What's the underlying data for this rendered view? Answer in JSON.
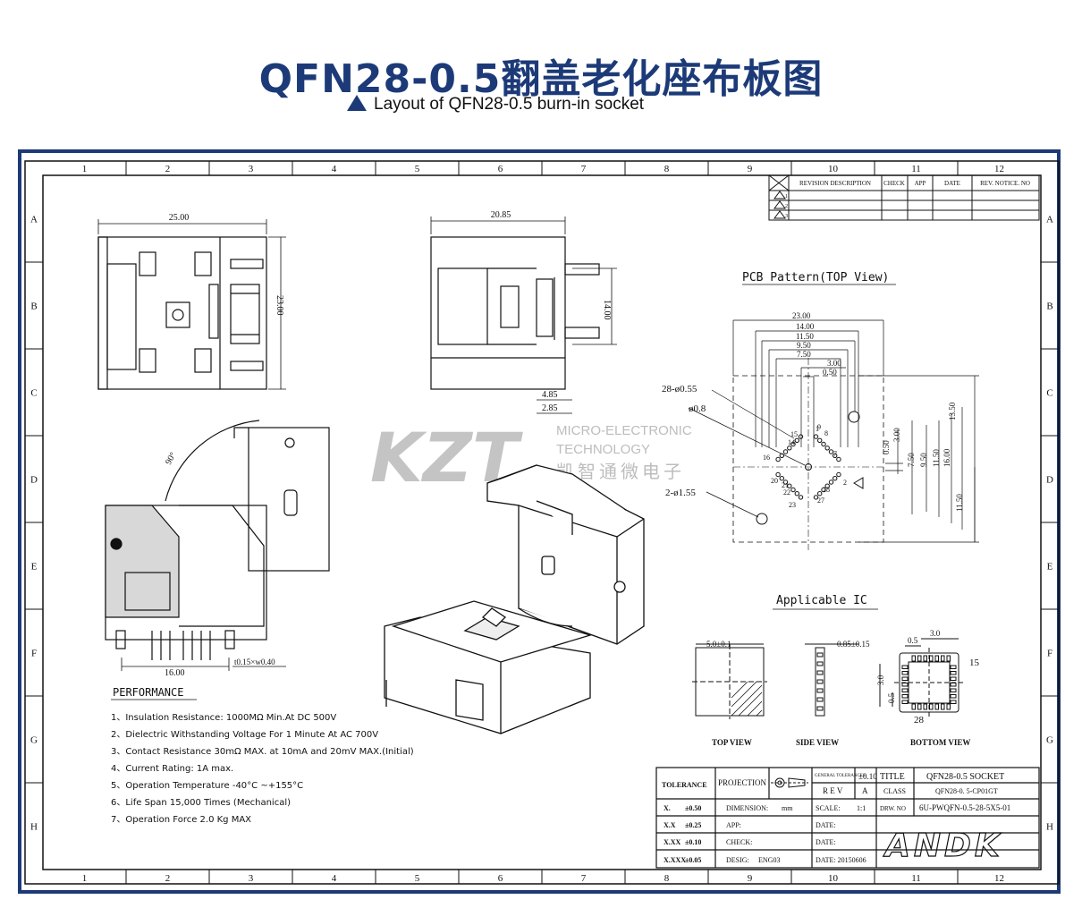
{
  "header": {
    "title": "QFN28-0.5翻盖老化座布板图",
    "subtitle": "Layout of QFN28-0.5 burn-in socket"
  },
  "border": {
    "columns": [
      "1",
      "2",
      "3",
      "4",
      "5",
      "6",
      "7",
      "8",
      "9",
      "10",
      "11",
      "12"
    ],
    "rows": [
      "A",
      "B",
      "C",
      "D",
      "E",
      "F",
      "G",
      "H"
    ]
  },
  "revision_table": {
    "headers": [
      "REVISION DESCRIPTION",
      "CHECK",
      "APP",
      "DATE",
      "REV. NOTICE. NO"
    ],
    "rows": [
      "1",
      "2",
      "3"
    ]
  },
  "top_view": {
    "width": "25.00",
    "height": "23.00"
  },
  "side_view": {
    "width": "20.85",
    "height": "14.00",
    "dim_a": "4.85",
    "dim_b": "2.85"
  },
  "open_view": {
    "angle": "90°",
    "width": "16.00",
    "pin": "t0.15×w0.40"
  },
  "watermark": {
    "logo": "KZT",
    "line1": "MICRO-ELECTRONIC",
    "line2": "TECHNOLOGY",
    "line3": "凯智通微电子"
  },
  "pcb": {
    "title": "PCB Pattern(TOP View)",
    "top_dims": [
      "23.00",
      "14.00",
      "11.50",
      "9.50",
      "7.50",
      "3.00",
      "0.50"
    ],
    "right_dims": [
      "13.50",
      "0.50",
      "3.00",
      "7.50",
      "9.50",
      "11.50",
      "16.00",
      "11.50"
    ],
    "hole_small": "28-ø0.55",
    "hole_mid": "ø0.8",
    "hole_large": "2-ø1.55",
    "pin_labels": [
      "1",
      "7",
      "8",
      "9",
      "14",
      "15",
      "16",
      "20",
      "21",
      "22",
      "23",
      "27",
      "28",
      "2"
    ]
  },
  "ic": {
    "title": "Applicable IC",
    "top_dim": "5.0±0.1",
    "side_dim": "0.85±0.15",
    "bottom_top": "3.0",
    "bottom_left": "0.5",
    "bottom_side": "3.0",
    "bottom_side2": "0.5",
    "pin15": "15",
    "pin28": "28",
    "labels": [
      "TOP VIEW",
      "SIDE VIEW",
      "BOTTOM VIEW"
    ]
  },
  "performance": {
    "title": "PERFORMANCE",
    "items": [
      "1、Insulation Resistance: 1000MΩ Min.At DC 500V",
      "2、Dielectric Withstanding Voltage For 1 Minute At AC 700V",
      "3、Contact Resistance 30mΩ MAX. at 10mA and 20mV MAX.(Initial)",
      "4、Current Rating: 1A max.",
      "5、Operation Temperature -40°C ~+155°C",
      "6、Life Span 15,000 Times (Mechanical)",
      "7、Operation Force 2.0 Kg MAX"
    ]
  },
  "title_block": {
    "tolerance": "TOLERANCE",
    "projection": "PROJECTION",
    "general_tol": "GENERAL TOLERANCES",
    "tol_value": "±0.10",
    "title_label": "TITLE",
    "title_value": "QFN28-0.5 SOCKET",
    "rev_label": "R E V",
    "rev_value": "A",
    "class_label": "CLASS",
    "class_value": "QFN28-0. 5-CP01GT",
    "tol_rows": [
      {
        "k": "X.",
        "v": "±0.50"
      },
      {
        "k": "X.X",
        "v": "±0.25"
      },
      {
        "k": "X.XX",
        "v": "±0.10"
      },
      {
        "k": "X.XXX",
        "v": "±0.05"
      }
    ],
    "dimension_label": "DIMENSION:",
    "dimension_value": "mm",
    "scale_label": "SCALE:",
    "scale_value": "1:1",
    "drw_label": "DRW. NO",
    "drw_value": "6U-PWQFN-0.5-28-5X5-01",
    "app_label": "APP:",
    "date_label": "DATE:",
    "check_label": "CHECK:",
    "design_label": "DESIG:",
    "design_value": "ENG03",
    "date_value": "DATE: 20150606",
    "brand": "ANDK"
  }
}
